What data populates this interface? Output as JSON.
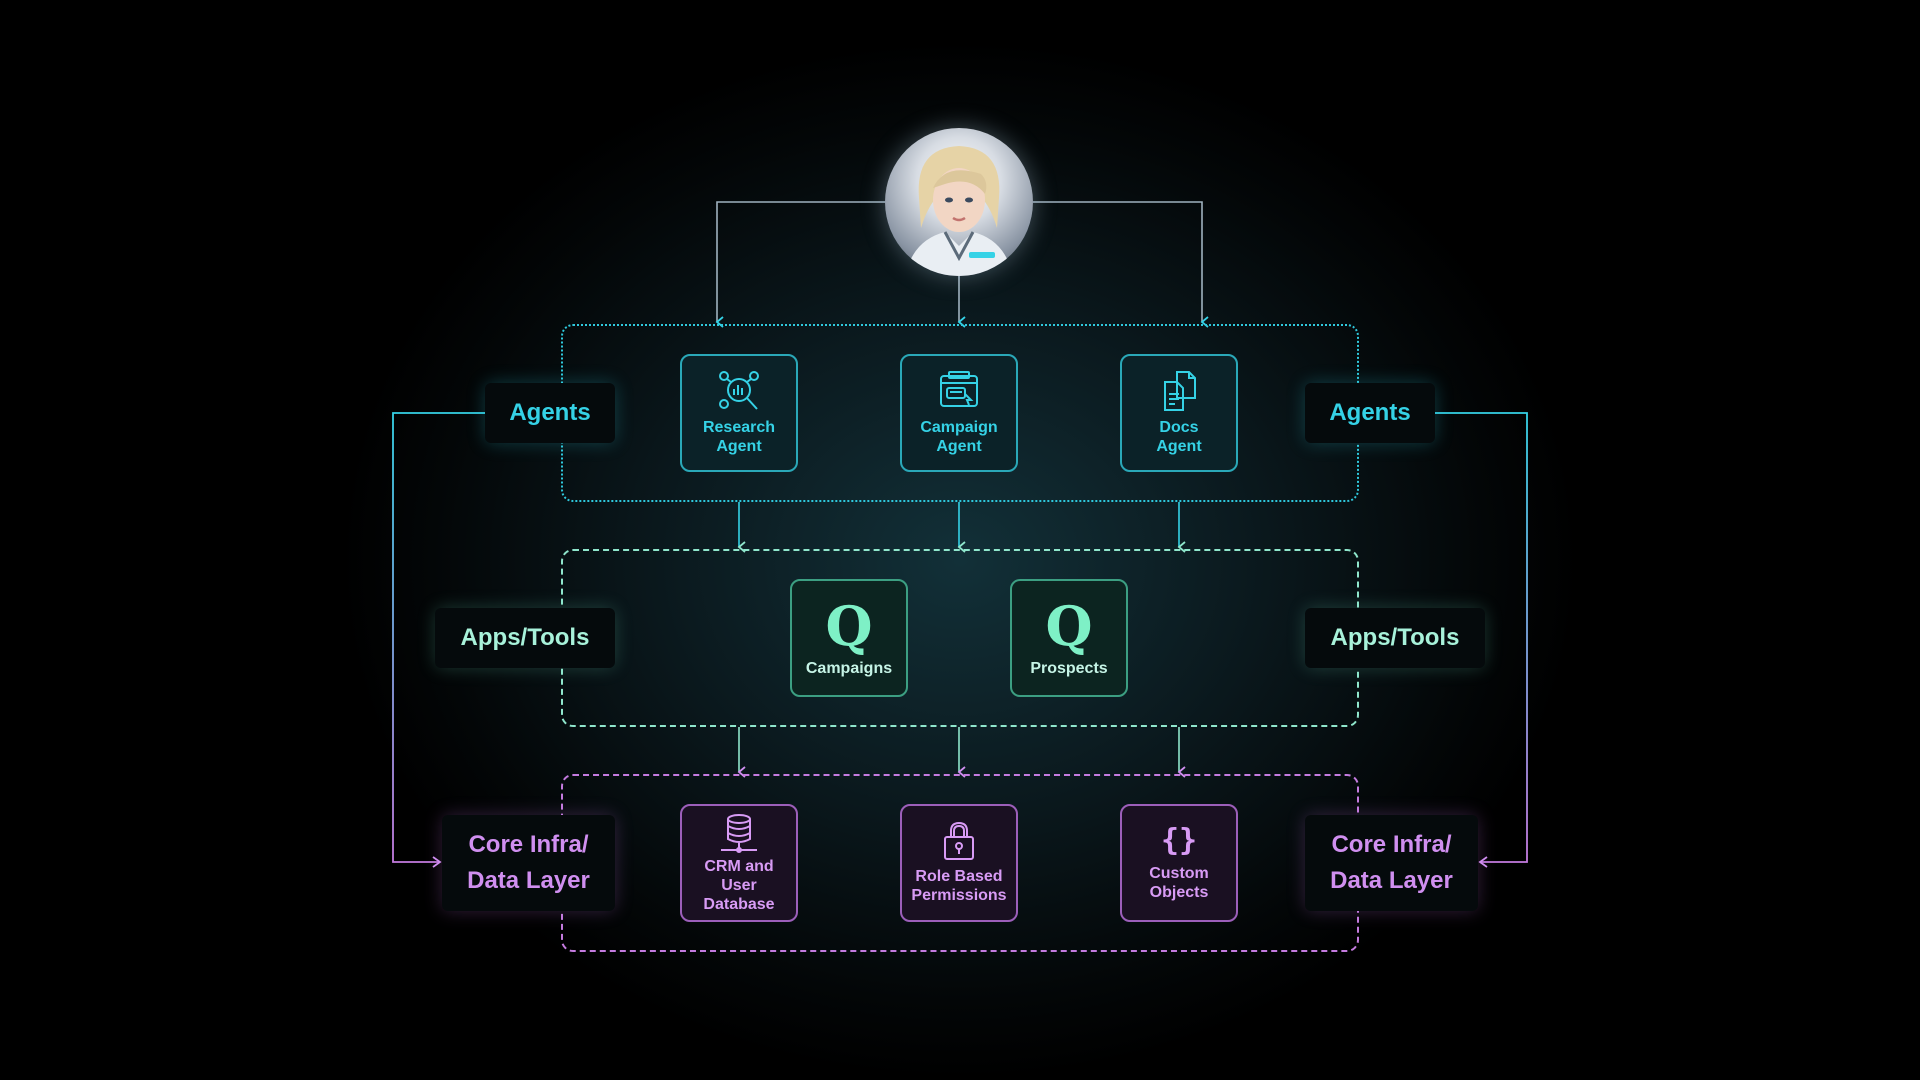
{
  "tiers": {
    "agents": {
      "label_left": "Agents",
      "label_right": "Agents",
      "cards": [
        {
          "label": "Research\nAgent",
          "icon": "research-magnifier-icon"
        },
        {
          "label": "Campaign\nAgent",
          "icon": "campaign-browser-icon"
        },
        {
          "label": "Docs\nAgent",
          "icon": "documents-icon"
        }
      ]
    },
    "apps": {
      "label_left": "Apps/Tools",
      "label_right": "Apps/Tools",
      "cards": [
        {
          "label": "Campaigns",
          "glyph": "Q"
        },
        {
          "label": "Prospects",
          "glyph": "Q"
        }
      ]
    },
    "core": {
      "label_left": "Core Infra/\nData Layer",
      "label_right": "Core Infra/\nData Layer",
      "cards": [
        {
          "label": "CRM and\nUser\nDatabase",
          "icon": "database-icon"
        },
        {
          "label": "Role Based\nPermissions",
          "icon": "lock-icon"
        },
        {
          "label": "Custom\nObjects",
          "glyph": "{}"
        }
      ]
    }
  },
  "colors": {
    "agents": "#35d2e6",
    "apps": "#a8f2da",
    "core": "#d08ff0",
    "background": "#000000"
  }
}
